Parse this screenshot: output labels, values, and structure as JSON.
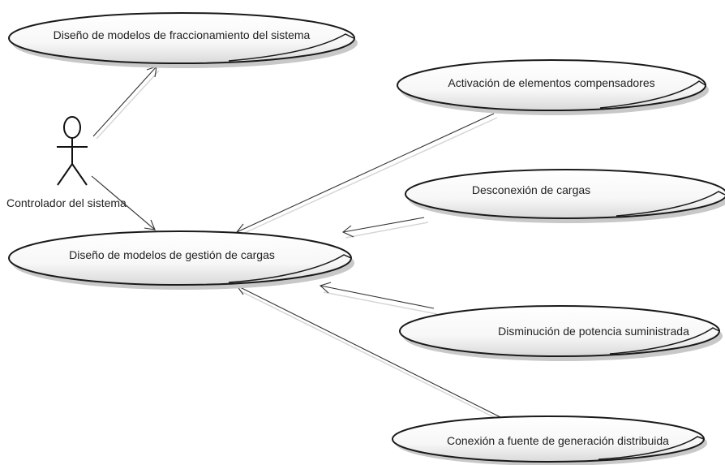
{
  "actor": {
    "name": "Controlador del sistema",
    "icon": "stick-figure-icon"
  },
  "use_cases": {
    "fraccionamiento": "Diseño de modelos de fraccionamiento del sistema",
    "gestion": "Diseño de modelos de gestión de cargas",
    "activacion": "Activación de elementos compensadores",
    "desconexion": "Desconexión de cargas",
    "disminucion": "Disminución de potencia suministrada",
    "conexion": "Conexión a fuente de generación distribuida"
  },
  "colors": {
    "ellipse_fill": "#ffffff",
    "ellipse_stroke": "#1a1a1a",
    "ellipse_shadow": "#bdbdbd",
    "line": "#333333"
  }
}
